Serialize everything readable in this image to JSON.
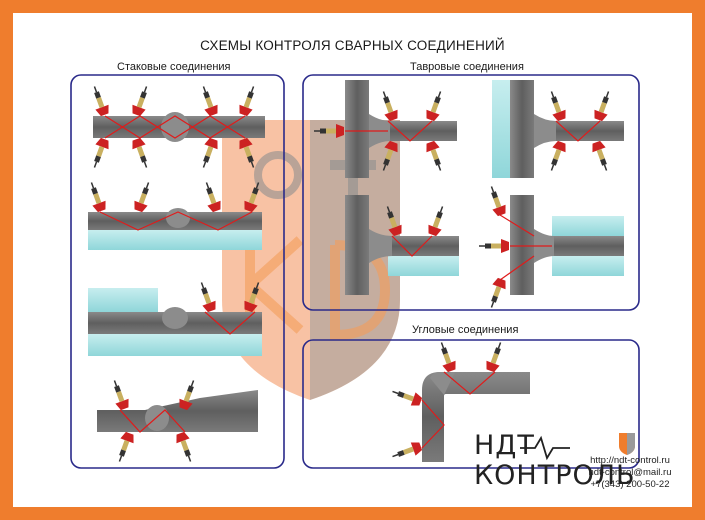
{
  "title": "СХЕМЫ КОНТРОЛЯ СВАРНЫХ СОЕДИНЕНИЙ",
  "sections": {
    "butt": "Стаковые соединения",
    "tee": "Тавровые соединения",
    "corner": "Угловые соединения"
  },
  "brand": {
    "line1": "НДТ",
    "line2": "КОНТРОЛЬ"
  },
  "contacts": {
    "site": "http://ndt-control.ru",
    "email": "ndt-control@mail.ru",
    "phone": "+7(343) 200-50-22"
  },
  "colors": {
    "frame": "#ef7d2d",
    "box_border": "#2a2a8a",
    "metal": "#6e6e6e",
    "water": "#a9e1e3",
    "probe": "#cc2222",
    "beam": "#e01b1b",
    "weld": "#8c8c8c",
    "watermark": "#f08a3c"
  }
}
